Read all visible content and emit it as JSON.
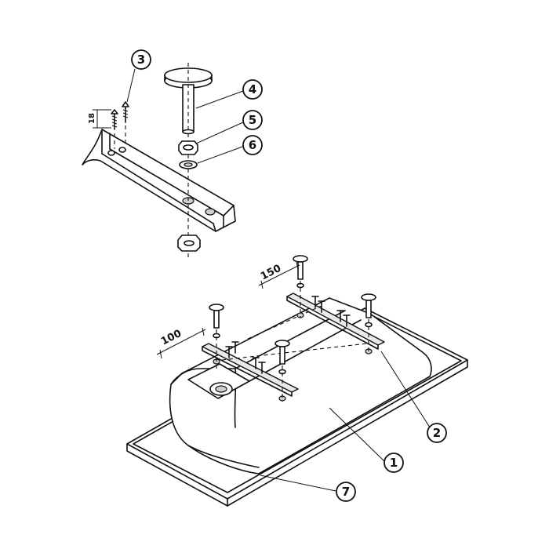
{
  "callouts": {
    "c1": "1",
    "c2": "2",
    "c3": "3",
    "c4": "4",
    "c5": "5",
    "c6": "6",
    "c7": "7"
  },
  "dimensions": {
    "screw_height": "18",
    "spacing_front": "100",
    "spacing_back": "150"
  }
}
